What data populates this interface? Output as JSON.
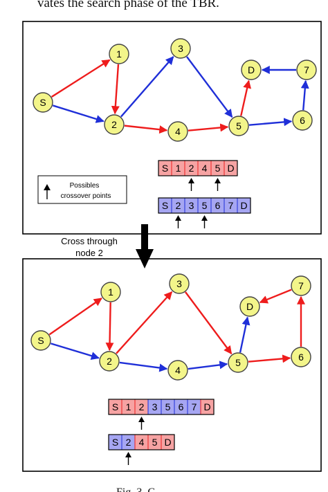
{
  "header_text": "vates the search phase of the TBR.",
  "caption": "Fig. 3. C",
  "colors": {
    "node_fill": "#f3f58a",
    "node_stroke": "#444444",
    "red_edge": "#ee1c1c",
    "blue_edge": "#1f2fd8",
    "red_cell": "#f6a3a3",
    "blue_cell": "#a6a6f2"
  },
  "nodes": [
    {
      "id": "S",
      "label": "S"
    },
    {
      "id": "1",
      "label": "1"
    },
    {
      "id": "2",
      "label": "2"
    },
    {
      "id": "3",
      "label": "3"
    },
    {
      "id": "4",
      "label": "4"
    },
    {
      "id": "5",
      "label": "5"
    },
    {
      "id": "6",
      "label": "6"
    },
    {
      "id": "7",
      "label": "7"
    },
    {
      "id": "D",
      "label": "D"
    }
  ],
  "top_panel": {
    "edges": [
      {
        "from": "S",
        "to": "1",
        "color": "red"
      },
      {
        "from": "1",
        "to": "2",
        "color": "red"
      },
      {
        "from": "S",
        "to": "2",
        "color": "blue"
      },
      {
        "from": "2",
        "to": "3",
        "color": "blue"
      },
      {
        "from": "2",
        "to": "4",
        "color": "red"
      },
      {
        "from": "3",
        "to": "5",
        "color": "blue"
      },
      {
        "from": "4",
        "to": "5",
        "color": "red"
      },
      {
        "from": "5",
        "to": "D",
        "color": "red"
      },
      {
        "from": "5",
        "to": "6",
        "color": "blue"
      },
      {
        "from": "6",
        "to": "7",
        "color": "blue"
      },
      {
        "from": "7",
        "to": "D",
        "color": "blue"
      }
    ],
    "route_red": [
      "S",
      "1",
      "2",
      "4",
      "5",
      "D"
    ],
    "route_red_arrows": [
      2,
      4
    ],
    "route_blue": [
      "S",
      "2",
      "3",
      "5",
      "6",
      "7",
      "D"
    ],
    "route_blue_arrows": [
      1,
      3
    ],
    "legend_line1": "Possibles",
    "legend_line2": "crossover points"
  },
  "transition": {
    "line1": "Cross through",
    "line2": "node 2"
  },
  "bottom_panel": {
    "edges": [
      {
        "from": "S",
        "to": "1",
        "color": "red"
      },
      {
        "from": "1",
        "to": "2",
        "color": "red"
      },
      {
        "from": "S",
        "to": "2",
        "color": "blue"
      },
      {
        "from": "2",
        "to": "3",
        "color": "red"
      },
      {
        "from": "2",
        "to": "4",
        "color": "blue"
      },
      {
        "from": "3",
        "to": "5",
        "color": "red"
      },
      {
        "from": "4",
        "to": "5",
        "color": "blue"
      },
      {
        "from": "5",
        "to": "D",
        "color": "blue"
      },
      {
        "from": "5",
        "to": "6",
        "color": "red"
      },
      {
        "from": "6",
        "to": "7",
        "color": "red"
      },
      {
        "from": "7",
        "to": "D",
        "color": "red"
      }
    ],
    "route_mixed": [
      {
        "label": "S",
        "color": "red"
      },
      {
        "label": "1",
        "color": "red"
      },
      {
        "label": "2",
        "color": "red"
      },
      {
        "label": "3",
        "color": "blue"
      },
      {
        "label": "5",
        "color": "blue"
      },
      {
        "label": "6",
        "color": "blue"
      },
      {
        "label": "7",
        "color": "blue"
      },
      {
        "label": "D",
        "color": "red"
      }
    ],
    "route_mixed_arrows": [
      2
    ],
    "route_short": [
      {
        "label": "S",
        "color": "blue"
      },
      {
        "label": "2",
        "color": "blue"
      },
      {
        "label": "4",
        "color": "red"
      },
      {
        "label": "5",
        "color": "red"
      },
      {
        "label": "D",
        "color": "red"
      }
    ],
    "route_short_arrows": [
      1
    ]
  }
}
